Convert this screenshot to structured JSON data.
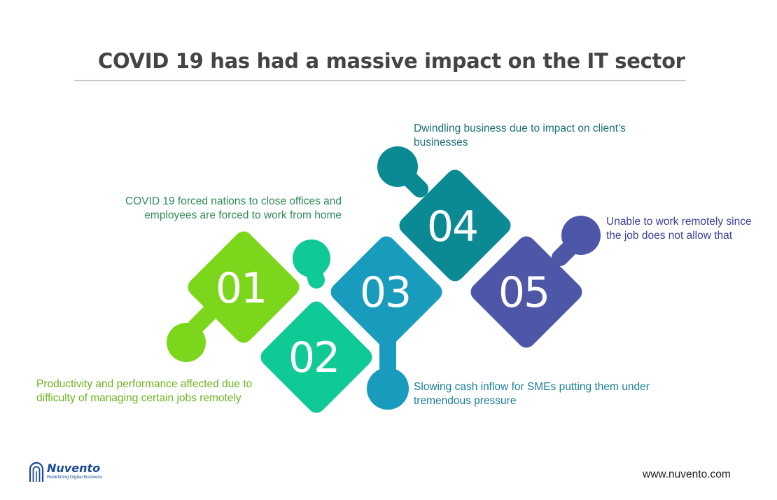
{
  "title": "COVID 19 has had a massive impact on the IT sector",
  "colors": {
    "step1": "#7cd61c",
    "step2": "#0fc996",
    "step3": "#199bbd",
    "step4": "#0b8a93",
    "step5": "#4e56a8"
  },
  "steps": [
    {
      "number": "01",
      "text": "COVID 19 forced nations to close offices and employees are forced to work from home"
    },
    {
      "number": "02",
      "text": "Productivity and performance affected due to difficulty of managing certain jobs remotely"
    },
    {
      "number": "03",
      "text": "Slowing cash inflow for SMEs putting them under tremendous pressure"
    },
    {
      "number": "04",
      "text": "Dwindling business due to impact on client's businesses"
    },
    {
      "number": "05",
      "text": "Unable to work remotely since the job does not allow that"
    }
  ],
  "footer": {
    "brand": "Nuvento",
    "tagline": "Redefining Digital Business",
    "website": "www.nuvento.com"
  }
}
